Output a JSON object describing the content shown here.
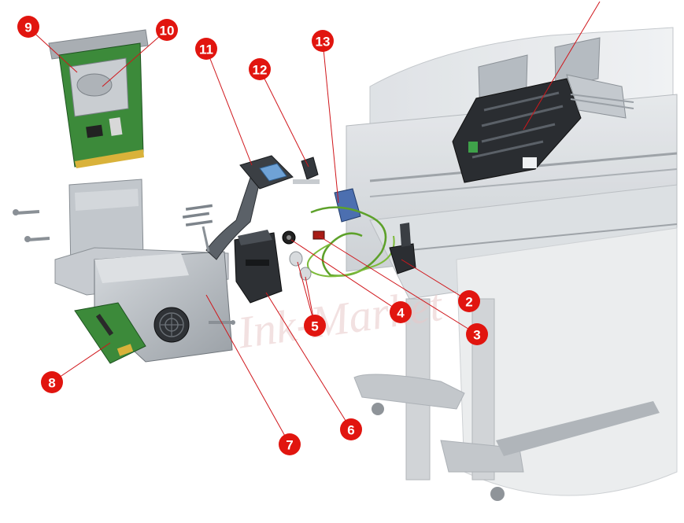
{
  "diagram": {
    "type": "exploded-parts-view",
    "watermark": "Ink-Market",
    "colors": {
      "callout_fill": "#e1150f",
      "leader_line": "#d0161b",
      "plotter_body": "#c8ccd1",
      "plotter_shadow": "#9ea4aa",
      "mechanism_dark": "#2a2d31",
      "pcb_green": "#3c8a3a",
      "psu_silver": "#b7bcc2"
    },
    "callouts": [
      {
        "id": "callout-2",
        "label": "2"
      },
      {
        "id": "callout-3",
        "label": "3"
      },
      {
        "id": "callout-4",
        "label": "4"
      },
      {
        "id": "callout-5",
        "label": "5"
      },
      {
        "id": "callout-6",
        "label": "6"
      },
      {
        "id": "callout-7",
        "label": "7"
      },
      {
        "id": "callout-8",
        "label": "8"
      },
      {
        "id": "callout-9",
        "label": "9"
      },
      {
        "id": "callout-10",
        "label": "10"
      },
      {
        "id": "callout-11",
        "label": "11"
      },
      {
        "id": "callout-12",
        "label": "12"
      },
      {
        "id": "callout-13",
        "label": "13"
      }
    ]
  }
}
